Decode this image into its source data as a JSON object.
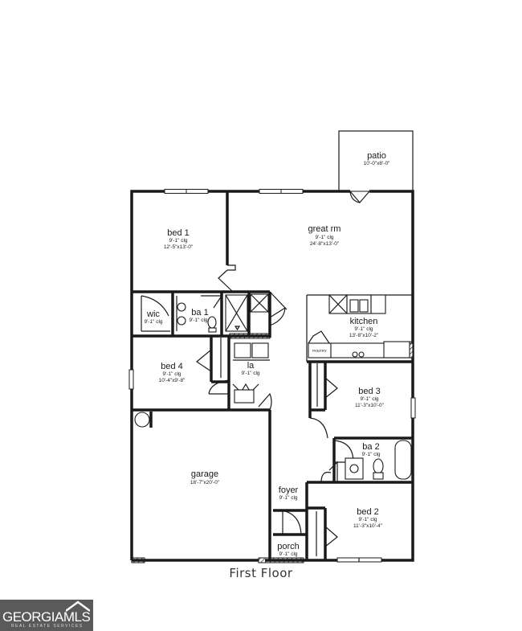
{
  "caption": "First Floor",
  "logo": {
    "brand_main": "GEORGIA",
    "brand_accent": "MLS",
    "subtitle": "REAL ESTATE SERVICES"
  },
  "rooms": {
    "patio": {
      "name": "patio",
      "dims": "10'-0\"x8'-0\""
    },
    "bed1": {
      "name": "bed 1",
      "clg": "9'-1\" clg",
      "dims": "12'-5\"x13'-0\""
    },
    "great_rm": {
      "name": "great rm",
      "clg": "9'-1\" clg",
      "dims": "24'-8\"x13'-0\""
    },
    "wic": {
      "name": "wic",
      "clg": "9'-1\" clg"
    },
    "ba1": {
      "name": "ba 1",
      "clg": "9'-1\" clg"
    },
    "kitchen": {
      "name": "kitchen",
      "clg": "9'-1\" clg",
      "dims": "13'-8\"x10'-2\"",
      "pantry": "PANTRY"
    },
    "bed4": {
      "name": "bed 4",
      "clg": "9'-1\" clg",
      "dims": "10'-4\"x9'-8\""
    },
    "la": {
      "name": "la",
      "clg": "9'-1\" clg"
    },
    "bed3": {
      "name": "bed 3",
      "clg": "9'-1\" clg",
      "dims": "11'-3\"x10'-0\""
    },
    "ba2": {
      "name": "ba 2",
      "clg": "9'-1\" clg"
    },
    "garage": {
      "name": "garage",
      "dims": "18'-7\"x20'-0\""
    },
    "foyer": {
      "name": "foyer",
      "clg": "9'-1\" clg"
    },
    "bed2": {
      "name": "bed 2",
      "clg": "9'-1\" clg",
      "dims": "11'-3\"x10'-4\""
    },
    "porch": {
      "name": "porch",
      "clg": "9'-1\" clg"
    }
  }
}
